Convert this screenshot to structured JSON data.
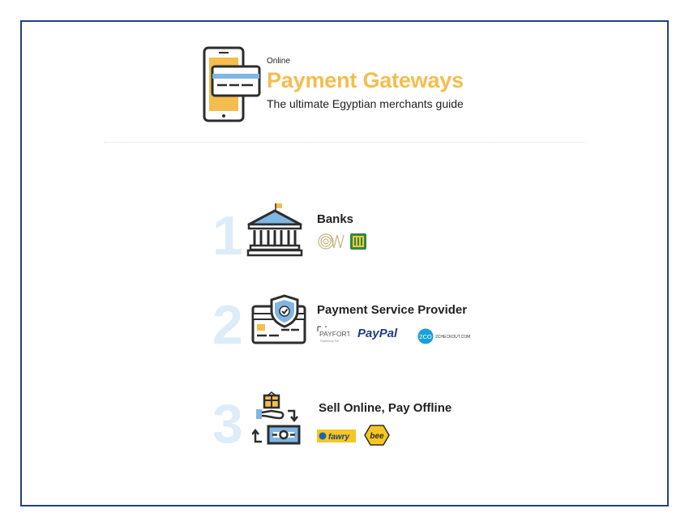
{
  "header": {
    "kicker": "Online",
    "title": "Payment Gateways",
    "subtitle": "The ultimate Egyptian merchants guide"
  },
  "colors": {
    "accent": "#f4bd4e",
    "brand_blue": "#24427e",
    "icon_dark": "#2d2d2d",
    "icon_blue": "#7fb6e3",
    "number_blue": "#dcecf8"
  },
  "sections": [
    {
      "number": "1",
      "title": "Banks",
      "icon": "bank-icon",
      "logos": [
        "cib-bank-logo",
        "banque-misr-logo"
      ]
    },
    {
      "number": "2",
      "title": "Payment Service Provider",
      "icon": "secure-card-icon",
      "logos": [
        {
          "name": "payfort-logo",
          "text": "PAYFORT",
          "tagline": "Powered by Fort"
        },
        {
          "name": "paypal-logo",
          "text": "PayPal"
        },
        {
          "name": "2checkout-logo",
          "badge": "2CO",
          "text": "2CHECKOUT.COM"
        }
      ]
    },
    {
      "number": "3",
      "title": "Sell Online, Pay Offline",
      "icon": "cash-exchange-icon",
      "logos": [
        {
          "name": "fawry-logo",
          "text": "fawry"
        },
        {
          "name": "bee-logo",
          "text": "bee"
        }
      ]
    }
  ]
}
